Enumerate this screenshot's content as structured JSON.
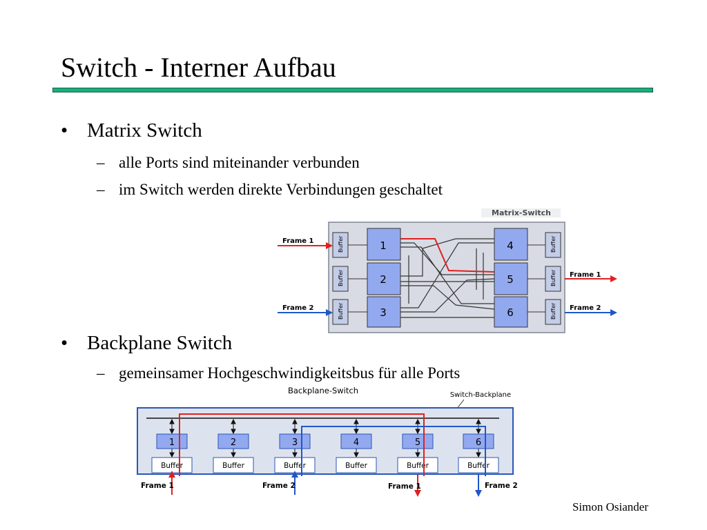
{
  "slide": {
    "title": "Switch - Interner Aufbau",
    "footer_author": "Simon Osiander"
  },
  "accent_color": "#17b07f",
  "bullets": [
    {
      "label": "Matrix Switch",
      "sub": [
        "alle Ports sind miteinander verbunden",
        "im Switch werden direkte Verbindungen geschaltet"
      ]
    },
    {
      "label": "Backplane Switch",
      "sub": [
        "gemeinsamer Hochgeschwindigkeitsbus für alle Ports"
      ]
    }
  ],
  "matrix_diagram": {
    "title": "Matrix-Switch",
    "buffer_label": "Buffer",
    "left_ports": [
      "1",
      "2",
      "3"
    ],
    "right_ports": [
      "4",
      "5",
      "6"
    ],
    "frame1_in": "Frame 1",
    "frame2_in": "Frame 2",
    "frame1_out": "Frame 1",
    "frame2_out": "Frame 2",
    "colors": {
      "frame1": "#e02020",
      "frame2": "#1f57c8",
      "port_fill": "#93a9ef",
      "panel_fill": "#d8dbe3"
    }
  },
  "backplane_diagram": {
    "title": "Backplane-Switch",
    "backplane_label": "Switch-Backplane",
    "buffer_label": "Buffer",
    "ports": [
      "1",
      "2",
      "3",
      "4",
      "5",
      "6"
    ],
    "frame1_in": "Frame 1",
    "frame2_in": "Frame 2",
    "frame1_out": "Frame 1",
    "frame2_out": "Frame 2",
    "colors": {
      "frame1": "#e02020",
      "frame2": "#1f57c8",
      "port_fill": "#93a9ef",
      "panel_fill": "#dde3ee",
      "panel_border": "#2a55b8"
    }
  }
}
